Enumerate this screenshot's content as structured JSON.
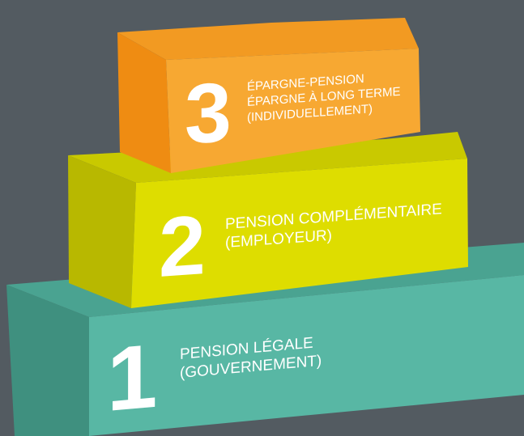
{
  "colors": {
    "background": "#535b61",
    "tier1_front": "#58b7a4",
    "tier1_top": "#4aa391",
    "tier1_side": "#3f907f",
    "tier2_front": "#dedd00",
    "tier2_top": "#c9c900",
    "tier2_side": "#b8b800",
    "tier3_front": "#f7a832",
    "tier3_top": "#f29a22",
    "tier3_side": "#ef8c12"
  },
  "tiers": [
    {
      "number": "1",
      "lines": [
        "PENSION LÉGALE",
        "(GOUVERNEMENT)"
      ]
    },
    {
      "number": "2",
      "lines": [
        "PENSION COMPLÉMENTAIRE",
        "(EMPLOYEUR)"
      ]
    },
    {
      "number": "3",
      "lines": [
        "ÉPARGNE-PENSION",
        "ÉPARGNE À LONG TERME",
        "(INDIVIDUELLEMENT)"
      ]
    }
  ]
}
